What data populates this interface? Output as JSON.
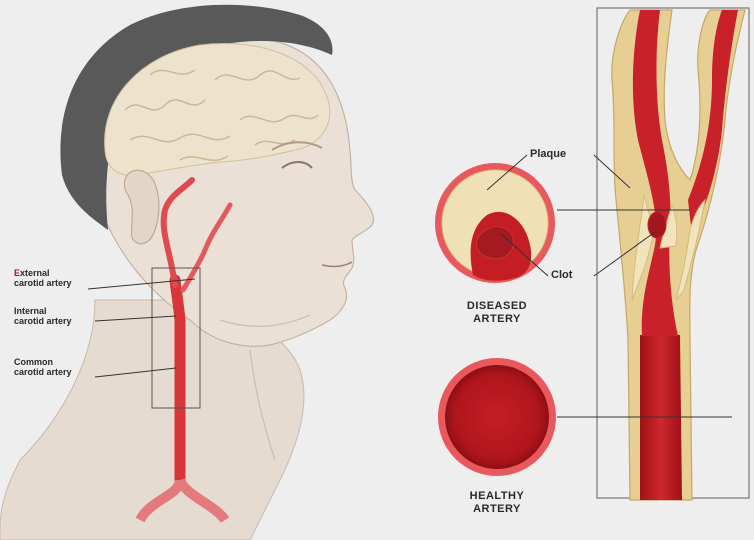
{
  "labels": {
    "external_carotid": {
      "line1": "External",
      "line2": "carotid artery"
    },
    "internal_carotid": {
      "line1": "Internal",
      "line2": "carotid artery"
    },
    "common_carotid": {
      "line1": "Common",
      "line2": "carotid artery"
    },
    "plaque": "Plaque",
    "clot": "Clot",
    "diseased_artery": {
      "line1": "DISEASED",
      "line2": "ARTERY"
    },
    "healthy_artery": {
      "line1": "HEALTHY",
      "line2": "ARTERY"
    }
  },
  "colors": {
    "background": "#eeeeee",
    "skin": "#e9ddd2",
    "hair": "#555555",
    "brain": "#ece2cc",
    "artery_red": "#c8232b",
    "artery_wall": "#e25a5e",
    "plaque": "#efe0b0",
    "clot": "#a4161d"
  }
}
